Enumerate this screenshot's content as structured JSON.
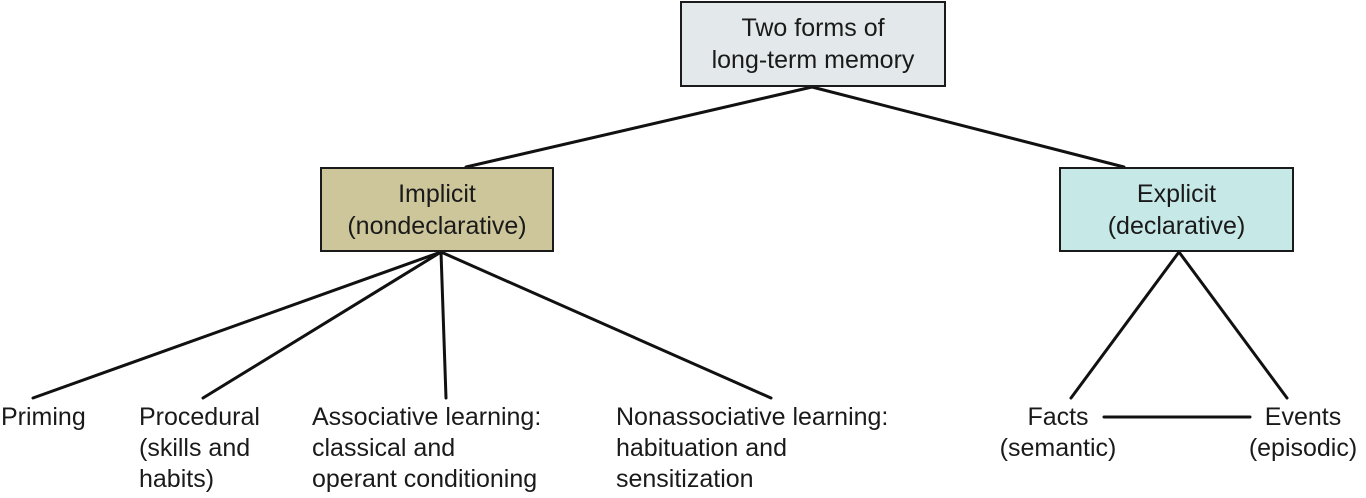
{
  "colors": {
    "root_fill": "#e3e8ea",
    "implicit_fill": "#cdc69b",
    "explicit_fill": "#c6e9e7",
    "line": "#111111"
  },
  "root": {
    "lines": [
      "Two forms of",
      "long-term memory"
    ]
  },
  "implicit": {
    "lines": [
      "Implicit",
      "(nondeclarative)"
    ]
  },
  "explicit": {
    "lines": [
      "Explicit",
      "(declarative)"
    ]
  },
  "implicit_children": [
    {
      "lines": [
        "Priming"
      ]
    },
    {
      "lines": [
        "Procedural",
        "(skills and",
        "habits)"
      ]
    },
    {
      "lines": [
        "Associative learning:",
        "classical and",
        "operant conditioning"
      ]
    },
    {
      "lines": [
        "Nonassociative learning:",
        "habituation and",
        "sensitization"
      ]
    }
  ],
  "explicit_children": [
    {
      "lines": [
        "Facts",
        "(semantic)"
      ]
    },
    {
      "lines": [
        "Events",
        "(episodic)"
      ]
    }
  ]
}
